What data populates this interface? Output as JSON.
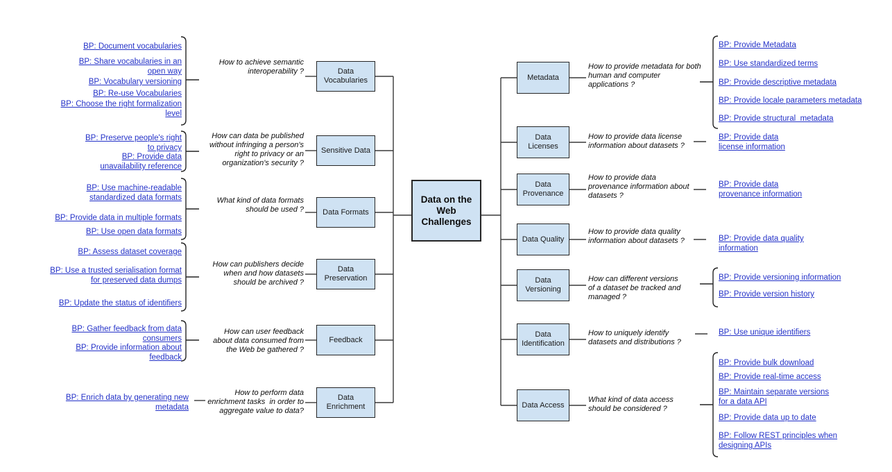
{
  "diagram": {
    "title": "Data on the Web Challenges mind map",
    "colors": {
      "box_fill": "#cfe2f3",
      "box_border": "#262626",
      "link_color": "#2432c8",
      "question_color": "#0d0d0d",
      "connector_color": "#3a3a3a"
    },
    "center": {
      "title_lines": [
        "Data on the",
        "Web",
        "Challenges"
      ]
    },
    "left_branches": [
      {
        "topic_lines": [
          "Data",
          "Vocabularies"
        ],
        "question_lines": [
          "How to achieve semantic",
          "interoperability ?"
        ],
        "links": [
          {
            "lines": [
              "BP: Document vocabularies"
            ]
          },
          {
            "lines": [
              "BP: Share vocabularies in an",
              "open way"
            ]
          },
          {
            "lines": [
              "BP: Vocabulary versioning"
            ]
          },
          {
            "lines": [
              "BP: Re-use Vocabularies"
            ]
          },
          {
            "lines": [
              "BP: Choose the right formalization",
              "level"
            ]
          }
        ]
      },
      {
        "topic_lines": [
          "Sensitive Data"
        ],
        "question_lines": [
          "How can data be published",
          "without infringing a person's",
          "right to privacy or an",
          "organization's security ?"
        ],
        "links": [
          {
            "lines": [
              "BP: Preserve people's right",
              "to privacy"
            ]
          },
          {
            "lines": [
              "BP: Provide data",
              "unavailability reference"
            ]
          }
        ]
      },
      {
        "topic_lines": [
          "Data Formats"
        ],
        "question_lines": [
          "What kind of data formats",
          "should be used ?"
        ],
        "links": [
          {
            "lines": [
              "BP: Use machine-readable",
              "standardized data formats"
            ]
          },
          {
            "lines": [
              "BP: Provide data in multiple formats"
            ]
          },
          {
            "lines": [
              "BP: Use open data formats"
            ]
          }
        ]
      },
      {
        "topic_lines": [
          "Data",
          "Preservation"
        ],
        "question_lines": [
          "How can publishers decide",
          "when and how datasets",
          "should be archived ?"
        ],
        "links": [
          {
            "lines": [
              "BP: Assess dataset coverage"
            ]
          },
          {
            "lines": [
              "BP: Use a trusted serialisation format",
              "for preserved data dumps"
            ]
          },
          {
            "lines": [
              "BP: Update the status of identifiers"
            ]
          }
        ]
      },
      {
        "topic_lines": [
          "Feedback"
        ],
        "question_lines": [
          "How can user feedback",
          "about data consumed from",
          "the Web be gathered ?"
        ],
        "links": [
          {
            "lines": [
              "BP: Gather feedback from data",
              "consumers"
            ]
          },
          {
            "lines": [
              "BP: Provide information about",
              "feedback"
            ]
          }
        ]
      },
      {
        "topic_lines": [
          "Data",
          "Enrichment"
        ],
        "question_lines": [
          "How to perform data",
          "enrichment tasks  in order to",
          "aggregate value to data?"
        ],
        "links": [
          {
            "lines": [
              "BP: Enrich data by generating new",
              "metadata"
            ]
          }
        ]
      }
    ],
    "right_branches": [
      {
        "topic_lines": [
          "Metadata"
        ],
        "question_lines": [
          "How to provide metadata for both",
          "human and computer",
          "applications ?"
        ],
        "links": [
          {
            "lines": [
              "BP: Provide Metadata"
            ]
          },
          {
            "lines": [
              "BP: Use standardized terms"
            ]
          },
          {
            "lines": [
              "BP: Provide descriptive metadata"
            ]
          },
          {
            "lines": [
              "BP: Provide locale parameters metadata"
            ]
          },
          {
            "lines": [
              "BP: Provide structural  metadata"
            ]
          }
        ]
      },
      {
        "topic_lines": [
          "Data",
          "Licenses"
        ],
        "question_lines": [
          "How to provide data license",
          "information about datasets ?"
        ],
        "links": [
          {
            "lines": [
              "BP: Provide data",
              "license information"
            ]
          }
        ]
      },
      {
        "topic_lines": [
          "Data",
          "Provenance"
        ],
        "question_lines": [
          "How to provide data",
          "provenance information about",
          "datasets ?"
        ],
        "links": [
          {
            "lines": [
              "BP: Provide data",
              "provenance information"
            ]
          }
        ]
      },
      {
        "topic_lines": [
          "Data Quality"
        ],
        "question_lines": [
          "How to provide data quality",
          "information about datasets ?"
        ],
        "links": [
          {
            "lines": [
              "BP: Provide data quality",
              "information"
            ]
          }
        ]
      },
      {
        "topic_lines": [
          "Data",
          "Versioning"
        ],
        "question_lines": [
          "How can different versions",
          "of a dataset be tracked and",
          "managed ?"
        ],
        "links": [
          {
            "lines": [
              "BP: Provide versioning information"
            ]
          },
          {
            "lines": [
              "BP: Provide version history"
            ]
          }
        ]
      },
      {
        "topic_lines": [
          "Data",
          "Identification"
        ],
        "question_lines": [
          "How to uniquely identify",
          "datasets and distributions ?"
        ],
        "links": [
          {
            "lines": [
              "BP: Use unique identifiers"
            ]
          }
        ]
      },
      {
        "topic_lines": [
          "Data Access"
        ],
        "question_lines": [
          "What kind of data access",
          "should be considered ?"
        ],
        "links": [
          {
            "lines": [
              "BP: Provide bulk download"
            ]
          },
          {
            "lines": [
              "BP: Provide real-time access"
            ]
          },
          {
            "lines": [
              "BP: Maintain separate versions",
              "for a data API"
            ]
          },
          {
            "lines": [
              "BP: Provide data up to date"
            ]
          },
          {
            "lines": [
              "BP: Follow REST principles when",
              "designing APIs"
            ]
          }
        ]
      }
    ]
  }
}
